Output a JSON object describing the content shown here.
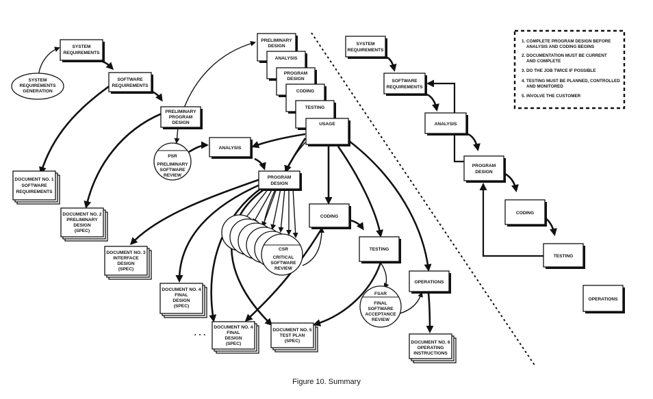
{
  "caption": "Figure 10. Summary",
  "left": {
    "system_requirements_generation": [
      "SYSTEM",
      "REQUIREMENTS",
      "GENERATION"
    ],
    "system_requirements": [
      "SYSTEM",
      "REQUIREMENTS"
    ],
    "software_requirements": [
      "SOFTWARE",
      "REQUIREMENTS"
    ],
    "preliminary_program_design": [
      "PRELIMINARY",
      "PROGRAM",
      "DESIGN"
    ],
    "psr_title": "PSR",
    "psr": [
      "PRELIMINARY",
      "SOFTWARE",
      "REVIEW"
    ],
    "analysis": "ANALYSIS",
    "program_design": [
      "PROGRAM",
      "DESIGN"
    ],
    "csr_title": "CSR",
    "csr": [
      "CRITICAL",
      "SOFTWARE",
      "REVIEW"
    ],
    "coding": "CODING",
    "testing": "TESTING",
    "fsar_title": "FSAR",
    "fsar": [
      "FINAL",
      "SOFTWARE",
      "ACCEPTANCE",
      "REVIEW"
    ],
    "operations": "OPERATIONS",
    "usage": "USAGE",
    "stack": [
      [
        "PRELIMINARY",
        "DESIGN"
      ],
      [
        "ANALYSIS"
      ],
      [
        "PROGRAM",
        "DESIGN"
      ],
      [
        "CODING"
      ],
      [
        "TESTING"
      ]
    ],
    "documents": {
      "doc1": [
        "DOCUMENT NO. 1",
        "SOFTWARE",
        "REQUIREMENTS"
      ],
      "doc2": [
        "DOCUMENT NO. 2",
        "PRELIMINARY",
        "DESIGN",
        "(SPEC)"
      ],
      "doc3": [
        "DOCUMENT NO. 3",
        "INTERFACE",
        "DESIGN",
        "(SPEC)"
      ],
      "doc4a": [
        "DOCUMENT NO. 4",
        "FINAL",
        "DESIGN",
        "(SPEC)"
      ],
      "doc4b": [
        "DOCUMENT NO. 4",
        "FINAL",
        "DESIGN",
        "(SPEC)"
      ],
      "doc5": [
        "DOCUMENT NO. 5",
        "TEST PLAN",
        "(SPEC)"
      ],
      "doc6": [
        "DOCUMENT NO. 6",
        "OPERATING",
        "INSTRUCTIONS"
      ]
    },
    "ellipsis": ". . ."
  },
  "right": {
    "system_requirements": [
      "SYSTEM",
      "REQUIREMENTS"
    ],
    "software_requirements": [
      "SOFTWARE",
      "REQUIREMENTS"
    ],
    "analysis": "ANALYSIS",
    "program_design": [
      "PROGRAM",
      "DESIGN"
    ],
    "coding": "CODING",
    "testing": "TESTING",
    "operations": "OPERATIONS"
  },
  "legend": [
    [
      "1.  COMPLETE PROGRAM DESIGN BEFORE",
      "ANALYSIS AND CODING BEGINS"
    ],
    [
      "2.  DOCUMENTATION MUST BE CURRENT",
      "AND COMPLETE"
    ],
    [
      "3.  DO THE JOB TWICE IF POSSIBLE"
    ],
    [
      "4.  TESTING MUST BE PLANNED, CONTROLLED",
      "AND MONITORED"
    ],
    [
      "5.  INVOLVE THE CUSTOMER"
    ]
  ]
}
